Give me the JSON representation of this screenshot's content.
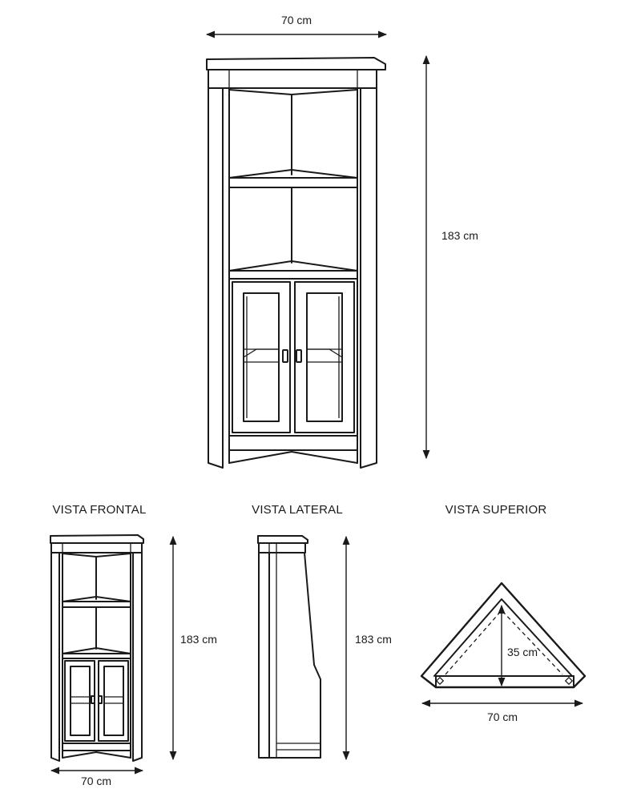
{
  "main_view": {
    "width_label": "70 cm",
    "height_label": "183 cm"
  },
  "front_view": {
    "title": "VISTA FRONTAL",
    "width_label": "70 cm",
    "height_label": "183 cm"
  },
  "side_view": {
    "title": "VISTA LATERAL",
    "height_label": "183 cm"
  },
  "top_view": {
    "title": "VISTA SUPERIOR",
    "depth_label": "35 cm",
    "width_label": "70 cm"
  }
}
